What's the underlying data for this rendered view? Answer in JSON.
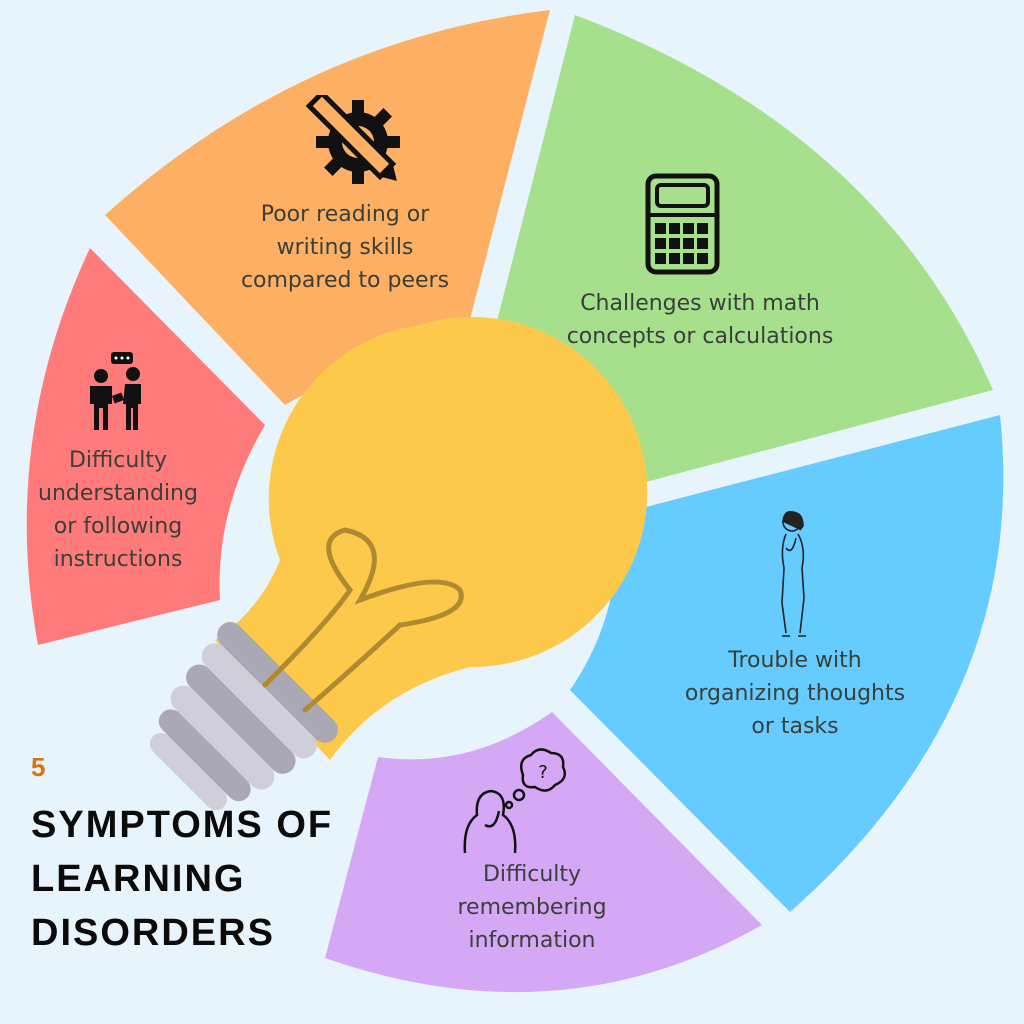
{
  "title": {
    "number": "5",
    "lines": [
      "SYMPTOMS OF",
      "LEARNING",
      "DISORDERS"
    ]
  },
  "segments": [
    {
      "id": "reading-writing",
      "color": "#fdb063",
      "icon": "gear-pencil-icon",
      "lines": [
        "Poor reading or",
        "writing skills",
        "compared to peers"
      ]
    },
    {
      "id": "math",
      "color": "#a6e08c",
      "icon": "calculator-icon",
      "lines": [
        "Challenges with math",
        "concepts or calculations"
      ]
    },
    {
      "id": "organizing",
      "color": "#66ccff",
      "icon": "thinking-woman-icon",
      "lines": [
        "Trouble with",
        "organizing thoughts",
        "or tasks"
      ]
    },
    {
      "id": "remembering",
      "color": "#d5a8f5",
      "icon": "thought-bubble-question-icon",
      "lines": [
        "Difficulty",
        "remembering",
        "information"
      ]
    },
    {
      "id": "instructions",
      "color": "#ff7b7b",
      "icon": "people-talking-icon",
      "lines": [
        "Difficulty",
        "understanding",
        "or following",
        "instructions"
      ]
    }
  ],
  "colors": {
    "background": "#e8f4fc",
    "bulb": "#fdc94a",
    "accent": "#d9720f"
  }
}
